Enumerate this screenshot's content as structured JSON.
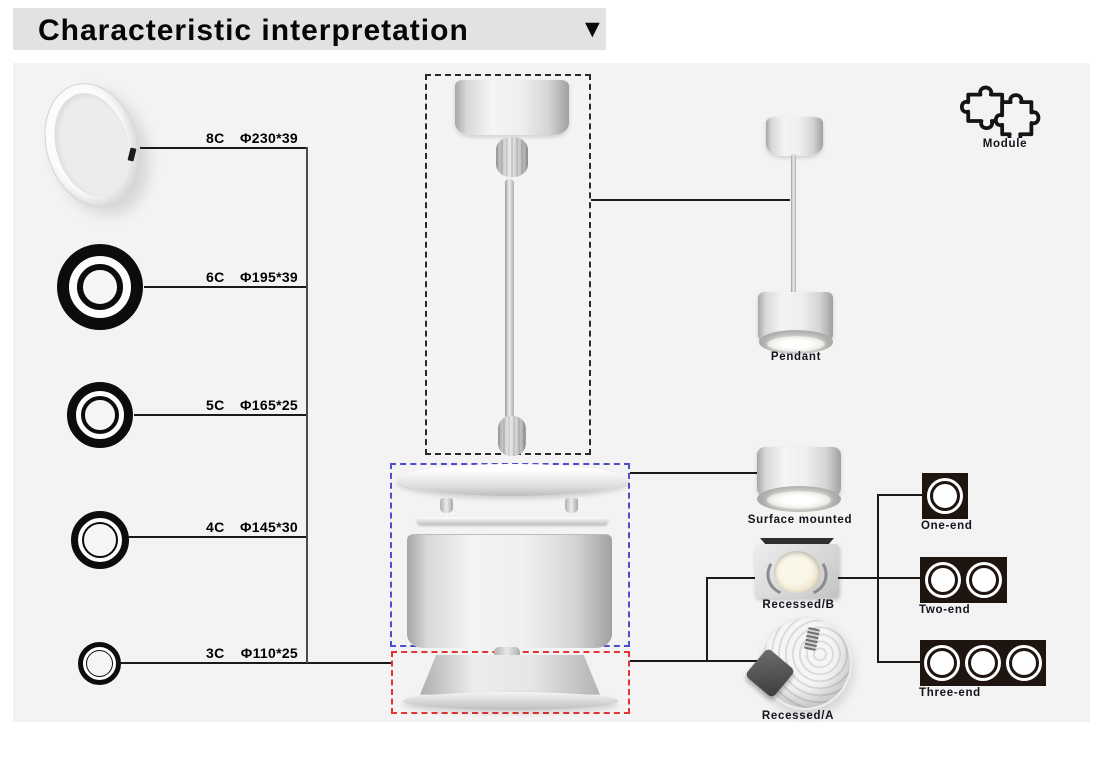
{
  "title": {
    "text": "Characteristic interpretation",
    "dropdown_icon": "▼"
  },
  "sizes": [
    {
      "code": "8C",
      "dim": "Φ230*39"
    },
    {
      "code": "6C",
      "dim": "Φ195*39"
    },
    {
      "code": "5C",
      "dim": "Φ165*25"
    },
    {
      "code": "4C",
      "dim": "Φ145*30"
    },
    {
      "code": "3C",
      "dim": "Φ110*25"
    }
  ],
  "module_label": "Module",
  "mounts": {
    "pendant": "Pendant",
    "surface": "Surface mounted",
    "recessed_b": "Recessed/B",
    "recessed_a": "Recessed/A"
  },
  "ends": [
    {
      "label": "One-end",
      "count": 1
    },
    {
      "label": "Two-end",
      "count": 2
    },
    {
      "label": "Three-end",
      "count": 3
    }
  ],
  "colors": {
    "titlebar_bg": "#e2e2e2",
    "panel_bg": "#f3f3f3",
    "dash_black": "#2a2a2a",
    "dash_blue": "#4d4dd0",
    "dash_red": "#e53434",
    "end_box_bg": "#1e1510",
    "line": "#1a1a1a"
  }
}
